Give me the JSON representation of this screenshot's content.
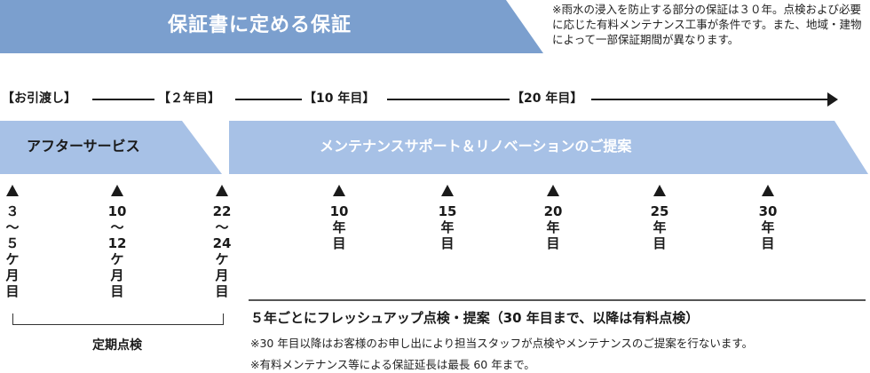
{
  "header": {
    "title": "保証書に定める保証",
    "note": "※雨水の浸入を防止する部分の保証は３０年。点検および必要に応じた有料メンテナンス工事が条件です。また、地域・建物によって一部保証期間が異なります。"
  },
  "timeline": {
    "labels": [
      "【お引渡し】",
      "【２年目】",
      "【10 年目】",
      "【20 年目】"
    ]
  },
  "bands": {
    "after_service": "アフターサービス",
    "maintenance": "メンテナンスサポート＆リノベーションのご提案"
  },
  "markers": [
    {
      "lines": [
        "３",
        "～",
        "５",
        "ケ",
        "月",
        "目"
      ]
    },
    {
      "lines": [
        "10",
        "～",
        "12",
        "ケ",
        "月",
        "目"
      ]
    },
    {
      "lines": [
        "22",
        "～",
        "24",
        "ケ",
        "月",
        "目"
      ]
    },
    {
      "lines": [
        "10",
        "年",
        "目"
      ]
    },
    {
      "lines": [
        "15",
        "年",
        "目"
      ]
    },
    {
      "lines": [
        "20",
        "年",
        "目"
      ]
    },
    {
      "lines": [
        "25",
        "年",
        "目"
      ]
    },
    {
      "lines": [
        "30",
        "年",
        "目"
      ]
    }
  ],
  "periodic_label": "定期点検",
  "footer": {
    "title": "５年ごとにフレッシュアップ点検・提案（30 年目まで、以降は有料点検）",
    "note1": "※30 年目以降はお客様のお申し出により担当スタッフが点検やメンテナンスのご提案を行ないます。",
    "note2": "※有料メンテナンス等による保証延長は最長 60 年まで。"
  }
}
